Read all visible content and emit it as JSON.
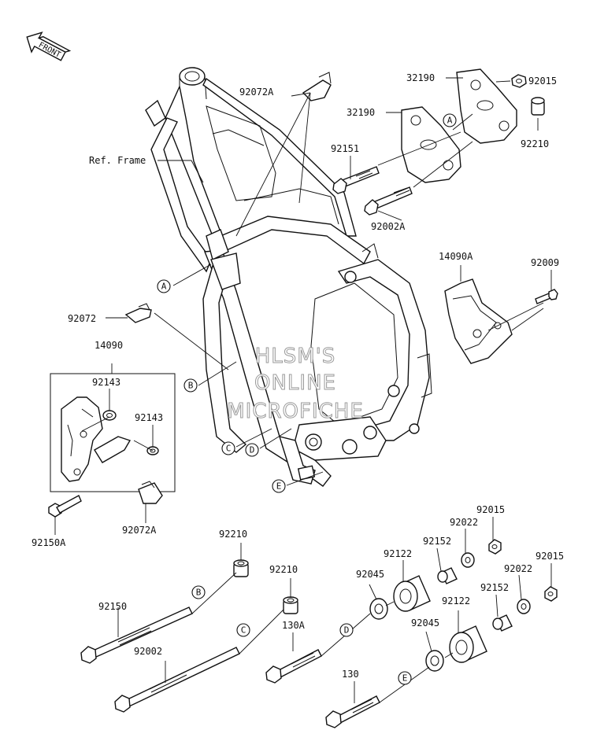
{
  "front_label": "FRONT",
  "watermark": [
    "HLSM'S",
    "ONLINE",
    "MICROFICHE"
  ],
  "ref_frame_label": "Ref. Frame",
  "part_labels": {
    "p92072A_top": "92072A",
    "p32190_a": "32190",
    "p32190_b": "32190",
    "p92015_top": "92015",
    "p92210_top": "92210",
    "p92151": "92151",
    "p92002A": "92002A",
    "p14090A": "14090A",
    "p92009": "92009",
    "p92072": "92072",
    "p14090": "14090",
    "p92143_a": "92143",
    "p92143_b": "92143",
    "p92150A": "92150A",
    "p92072A_bottom": "92072A",
    "p92210_mid": "92210",
    "p92210_low": "92210",
    "p92150": "92150",
    "p92002": "92002",
    "p130A": "130A",
    "p130": "130",
    "p92122_a": "92122",
    "p92122_b": "92122",
    "p92045_a": "92045",
    "p92045_b": "92045",
    "p92152_a": "92152",
    "p92152_b": "92152",
    "p92022_a": "92022",
    "p92022_b": "92022",
    "p92015_a": "92015",
    "p92015_b": "92015"
  },
  "callout_letters": {
    "A_frame": "A",
    "A_plate": "A",
    "B_frame": "B",
    "B_bolt": "B",
    "C_frame": "C",
    "C_bolt": "C",
    "D_frame": "D",
    "D_bolt": "D",
    "E_frame": "E",
    "E_bolt": "E"
  }
}
